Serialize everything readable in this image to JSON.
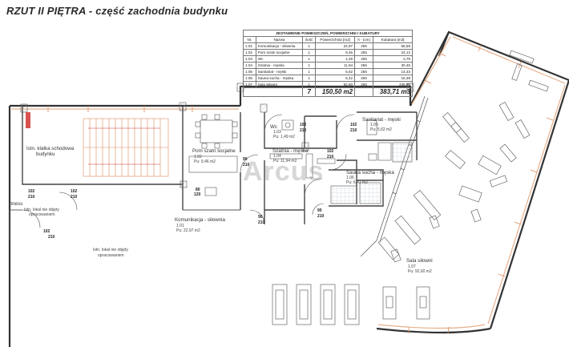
{
  "title": "RZUT II PIĘTRA - część zachodnia budynku",
  "watermark": "Arcus",
  "table": {
    "caption": "ZESTAWIENIE POMIESZCZEŃ, POWIERZCHNI I KUBATURY",
    "headers": [
      "Nr.",
      "Nazwa",
      "ilość",
      "Powierzchnia [m2]",
      "h - [cm]",
      "Kubatura [m3]"
    ],
    "rows": [
      [
        "1.01",
        "Komunikacja - siłownia",
        "1",
        "22,97",
        "255",
        "58,58"
      ],
      [
        "1.02",
        "Pom szatn socjalne",
        "1",
        "9,46",
        "255",
        "24,12"
      ],
      [
        "1.03",
        "Wc",
        "1",
        "1,49",
        "255",
        "3,79"
      ],
      [
        "1.04",
        "Szatnia - męska",
        "1",
        "11,94",
        "255",
        "30,45"
      ],
      [
        "1.05",
        "Sanitariat - męski",
        "1",
        "5,62",
        "255",
        "14,33"
      ],
      [
        "1.06",
        "Sauna sucha - męska",
        "1",
        "6,42",
        "255",
        "16,38"
      ],
      [
        "1.07",
        "Sala siłowni",
        "1",
        "92,60",
        "255",
        "236,06"
      ]
    ],
    "totals": {
      "count": "7",
      "area": "150,50 m2",
      "volume": "383,71 m3"
    }
  },
  "rooms": {
    "stairwell": {
      "l1": "Istn. klatka schodowa",
      "l2": "budynku"
    },
    "locker_social": {
      "name": "Pom szatn socjalne",
      "num": "1.02",
      "area": "Pu: 9,46 m2"
    },
    "wc": {
      "name": "Wc",
      "num": "1.03",
      "area": "Pu: 1,49 m2"
    },
    "sanitary": {
      "name": "Sanitariat - męski",
      "num": "1.05",
      "area": "Pu: 5,62 m2"
    },
    "changing": {
      "name": "Szatnia - męska",
      "num": "1.04",
      "area": "Pu: 11,94 m2"
    },
    "sauna": {
      "name": "Sauna sucha - męska",
      "num": "1.06",
      "area": "Pu: 6,42 m2"
    },
    "corridor": {
      "name": "Komunikacja - siłownia",
      "num": "1.01",
      "area": "Pu: 22,97 m2"
    },
    "gym": {
      "name": "Sala siłowni",
      "num": "1.07",
      "area": "Pu: 92,60 m2"
    },
    "existing_left": {
      "l1": "Istn. lokal nie objęty",
      "l2": "opracowaniem"
    },
    "existing_center": {
      "l1": "Istn. lokal nie objęty",
      "l2": "opracowaniem"
    },
    "fitness": {
      "name": "itness"
    }
  },
  "dims": {
    "d_wc_102": "102",
    "d_wc_210": "210",
    "d_san_102": "102",
    "d_san_210": "210",
    "d_szat_102": "102",
    "d_szat_210": "210",
    "d_pom_90": "90",
    "d_pom_210": "210",
    "d_corr_80": "80",
    "d_corr_120": "120",
    "d_ent_102": "102",
    "d_ent_210": "210",
    "d_left_102": "102",
    "d_left_210": "210",
    "d_low_102": "102",
    "d_low_210": "210",
    "d_mid_90": "90",
    "d_mid_210": "210",
    "d_sauna_90": "90",
    "d_sauna_210": "210"
  }
}
